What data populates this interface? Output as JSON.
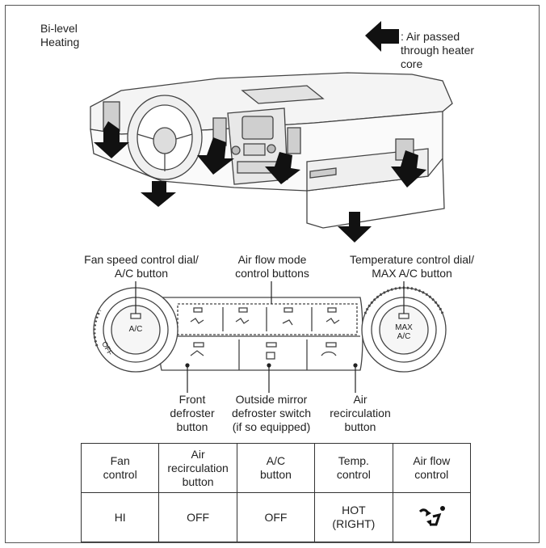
{
  "mode_title": "Bi-level\nHeating",
  "legend": {
    "icon": "left-arrow-icon",
    "text": ": Air passed\nthrough heater\ncore"
  },
  "callouts": {
    "fan_speed": "Fan speed control dial/\nA/C button",
    "air_flow_mode": "Air flow mode\ncontrol buttons",
    "temperature": "Temperature control dial/\nMAX A/C button",
    "front_defroster": "Front\ndefroster\nbutton",
    "mirror_defroster": "Outside mirror\ndefroster switch\n(if so equipped)",
    "air_recirculation": "Air\nrecirculation\nbutton"
  },
  "panel_labels": {
    "ac": "A/C",
    "max_ac": "MAX\nA/C",
    "off": "OFF"
  },
  "table": {
    "headers": [
      "Fan\ncontrol",
      "Air\nrecirculation\nbutton",
      "A/C\nbutton",
      "Temp.\ncontrol",
      "Air flow\ncontrol"
    ],
    "values": [
      "HI",
      "OFF",
      "OFF",
      "HOT\n(RIGHT)",
      ""
    ],
    "airflow_icon": "bi-level-airflow-icon"
  }
}
